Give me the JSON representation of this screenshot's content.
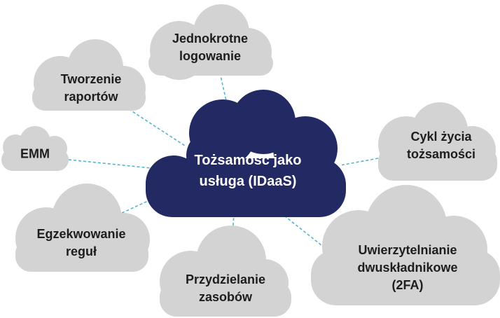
{
  "colors": {
    "satellite_fill": "#d3d3d3",
    "center_fill": "#232a63",
    "connector": "#4fb6d0",
    "satellite_text": "#1d1d1b",
    "center_text": "#ffffff"
  },
  "center": {
    "lines": [
      "Tożsamość jako",
      "usługa (IDaaS)"
    ]
  },
  "nodes": [
    {
      "id": "sso",
      "lines": [
        "Jednokrotne",
        "logowanie"
      ]
    },
    {
      "id": "reporting",
      "lines": [
        "Tworzenie",
        "raportów"
      ]
    },
    {
      "id": "emm",
      "lines": [
        "EMM"
      ]
    },
    {
      "id": "policy",
      "lines": [
        "Egzekwowanie",
        "reguł"
      ]
    },
    {
      "id": "provisioning",
      "lines": [
        "Przydzielanie",
        "zasobów"
      ]
    },
    {
      "id": "twofa",
      "lines": [
        "Uwierzytelnianie",
        "dwuskładnikowe",
        "(2FA)"
      ]
    },
    {
      "id": "lifecycle",
      "lines": [
        "Cykl życia",
        "tożsamości"
      ]
    }
  ]
}
